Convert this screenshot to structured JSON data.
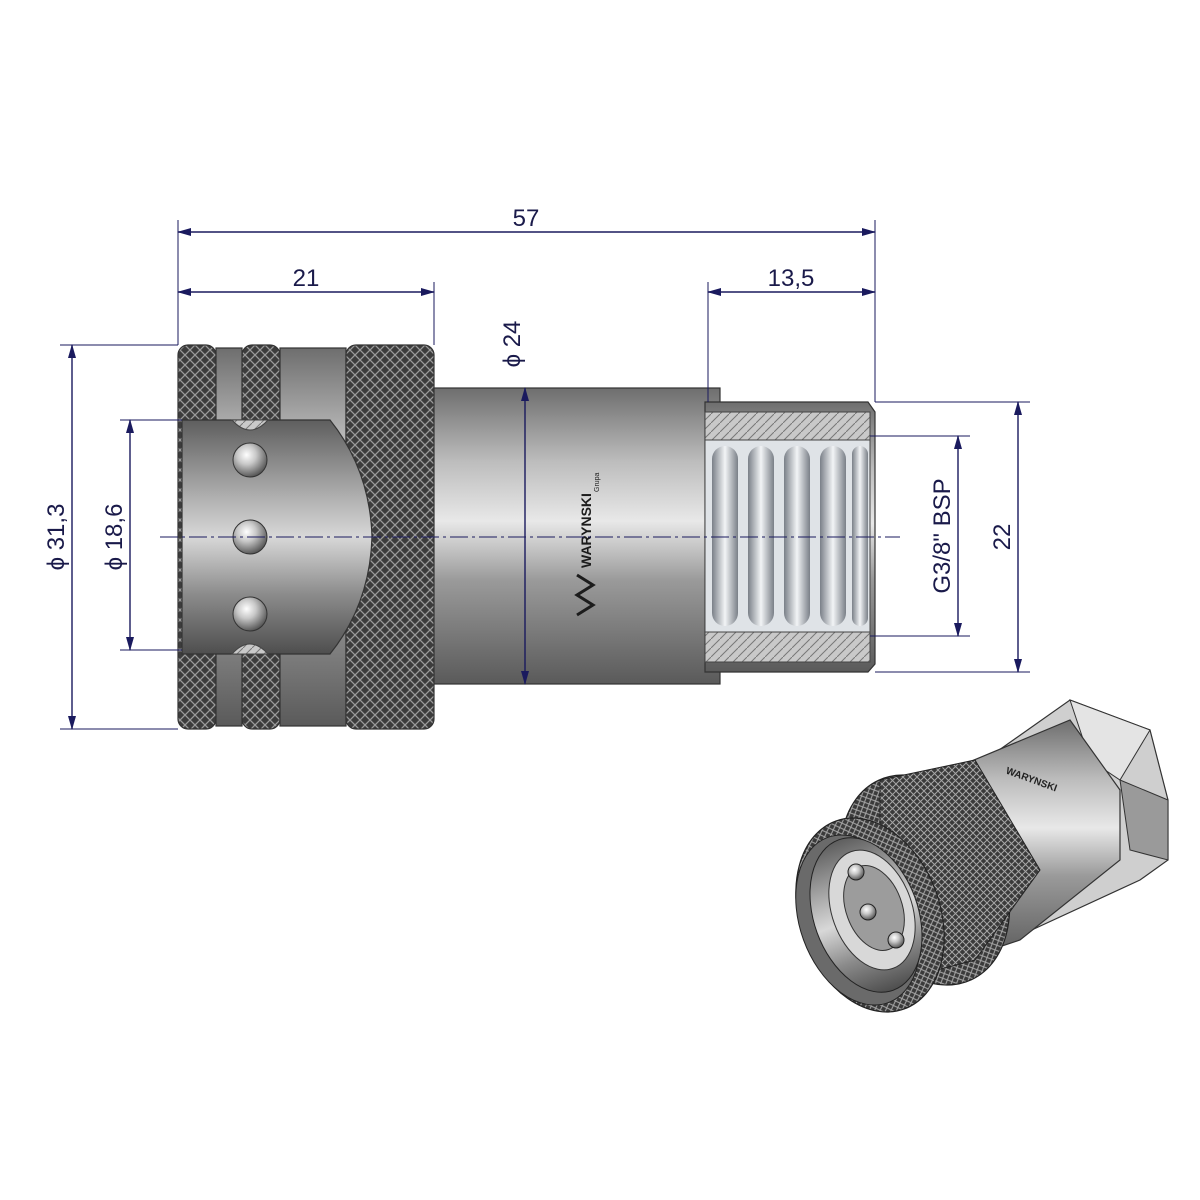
{
  "drawing": {
    "dimensions": {
      "overall_length": "57",
      "coupler_sleeve_length": "21",
      "thread_depth": "13,5",
      "body_diameter": "ϕ 24",
      "outer_diameter": "ϕ 31,3",
      "bore_diameter": "ϕ 18,6",
      "thread_spec": "G3/8\" BSP",
      "hex_width": "22"
    },
    "brand": {
      "logo_text": "WARYNSKI",
      "logo_subtext": "Grupa"
    },
    "colors": {
      "dimension_line": "#1a1a5e",
      "metal_dark": "#3a3a3a",
      "metal_light": "#cfcfcf",
      "background": "#ffffff"
    },
    "icons": [
      "coupler-section-view",
      "coupler-iso-view",
      "warynski-logo-icon"
    ]
  }
}
